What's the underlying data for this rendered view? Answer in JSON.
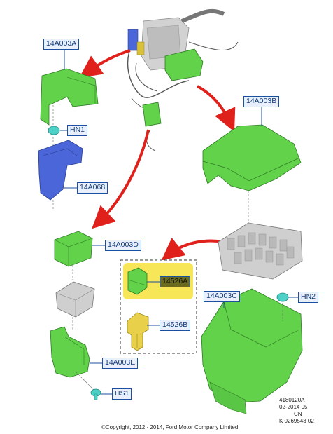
{
  "callouts": {
    "c14A003A": "14A003A",
    "HN1": "HN1",
    "c14A068": "14A068",
    "c14A003B": "14A003B",
    "c14A003D": "14A003D",
    "c14526A": "14526A",
    "c14526B": "14526B",
    "c14A003C": "14A003C",
    "HN2": "HN2",
    "c14A003E": "14A003E",
    "HS1": "HS1"
  },
  "reference": {
    "line1": "4180120A",
    "line2": "02-2014 05",
    "line3": "CN",
    "line4": "K 0269543 02"
  },
  "copyright": "©Copyright, 2012 - 2014, Ford Motor Company Limited",
  "colors": {
    "part_green": "#62d24a",
    "part_blue": "#4a66d8",
    "part_grey": "#c9c9c9",
    "fuse_yellow": "#e8d04a",
    "arrow_red": "#e0201b",
    "highlight": "#f6e23a",
    "callout_border": "#1b4fa0"
  }
}
